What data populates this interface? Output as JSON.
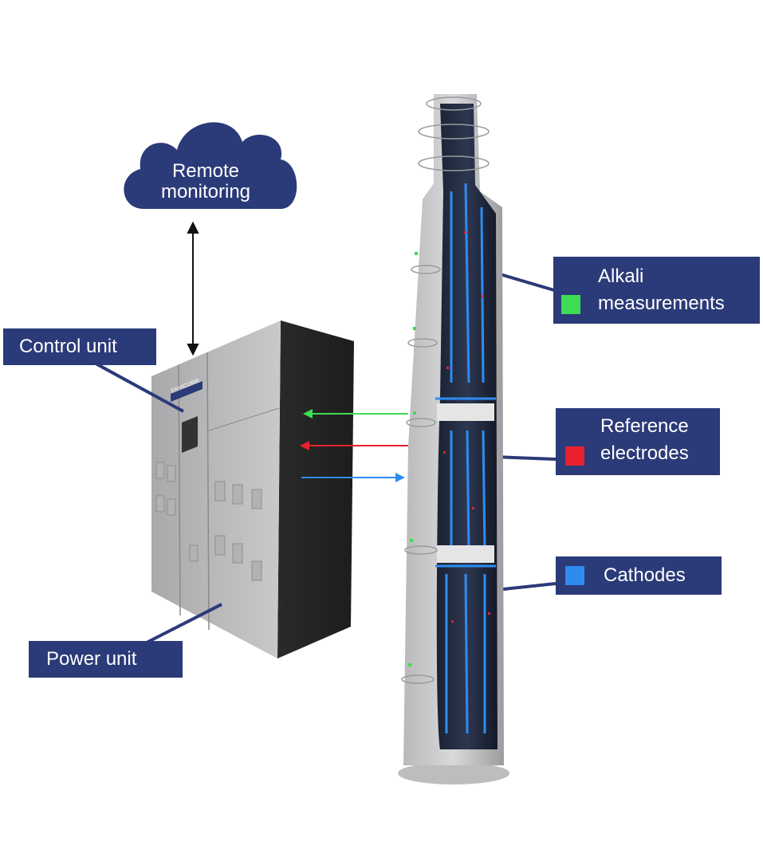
{
  "cloud": {
    "line1": "Remote",
    "line2": "monitoring"
  },
  "labels": {
    "control_unit": "Control unit",
    "power_unit": "Power unit",
    "alkali": {
      "line1": "Alkali",
      "line2": "measurements"
    },
    "reference": {
      "line1": "Reference",
      "line2": "electrodes"
    },
    "cathodes": "Cathodes"
  },
  "cabinet_brand": "ENVICORR",
  "colors": {
    "label_bg": "#2b3a78",
    "alkali": "#3ddc54",
    "reference": "#e8202f",
    "cathode": "#2e8cf0"
  }
}
